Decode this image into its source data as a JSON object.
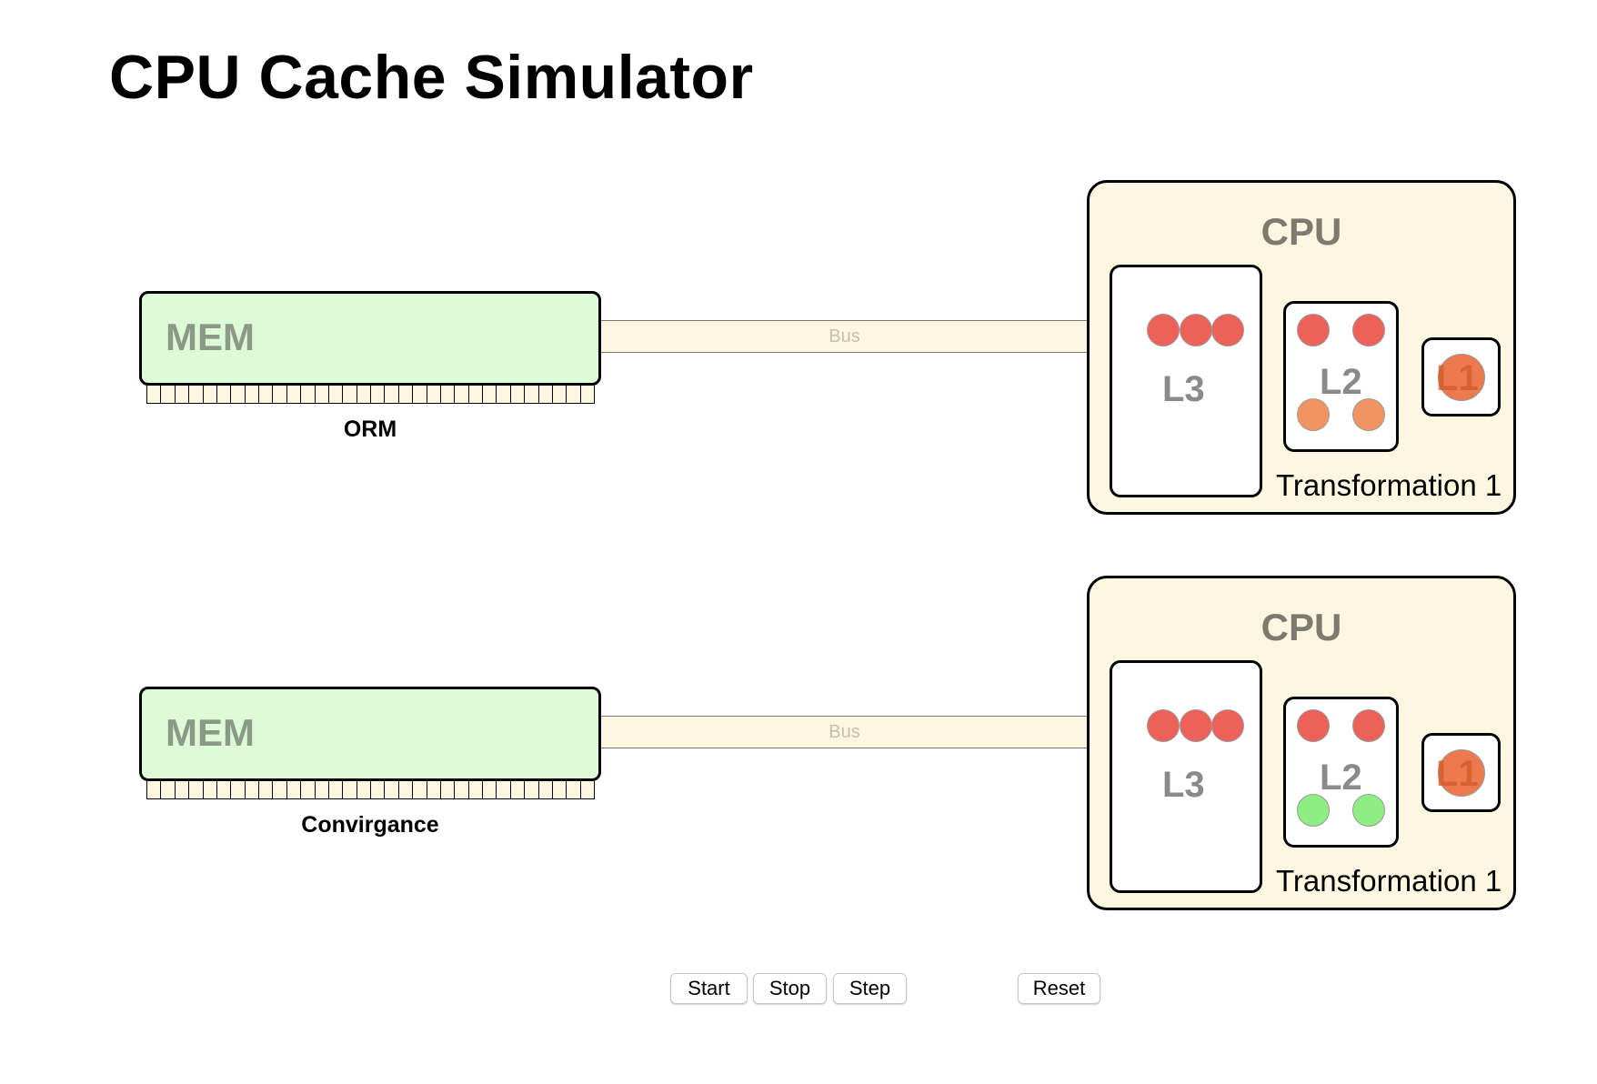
{
  "app_title": "CPU Cache Simulator",
  "systems": [
    {
      "memory": {
        "label": "MEM",
        "name": "ORM"
      },
      "bus_label": "Bus",
      "cpu": {
        "label": "CPU",
        "l3": {
          "label": "L3",
          "dots": [
            "red",
            "red",
            "red"
          ]
        },
        "l2": {
          "label": "L2",
          "dots": [
            "red",
            "red",
            "orange",
            "orange"
          ]
        },
        "l1": {
          "label": "L1",
          "dots": [
            "orange"
          ]
        },
        "core_label": "Transformation 1"
      }
    },
    {
      "memory": {
        "label": "MEM",
        "name": "Convirgance"
      },
      "bus_label": "Bus",
      "cpu": {
        "label": "CPU",
        "l3": {
          "label": "L3",
          "dots": [
            "red",
            "red",
            "red"
          ]
        },
        "l2": {
          "label": "L2",
          "dots": [
            "red",
            "red",
            "green",
            "green"
          ]
        },
        "l1": {
          "label": "L1",
          "dots": [
            "orange"
          ]
        },
        "core_label": "Transformation 1"
      }
    }
  ],
  "controls": {
    "start": "Start",
    "stop": "Stop",
    "step": "Step",
    "reset": "Reset"
  },
  "colors": {
    "mem_fill": "#dcfbd6",
    "cpu_fill": "#fdf6e0",
    "dot_red": "#ec6259",
    "dot_orange": "#f09462",
    "dot_green": "#8fee83"
  }
}
